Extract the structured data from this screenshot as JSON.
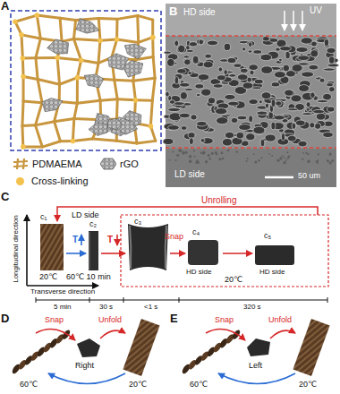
{
  "diagram": {
    "labels": [
      "A",
      "B",
      "HD side",
      "UV",
      "LD side",
      "50 um",
      "C",
      "Unrolling",
      "LD side",
      "c₁",
      "c₂",
      "c₃",
      "c₄",
      "c₅",
      "T",
      "T",
      "Snap",
      "HD side",
      "HD side",
      "Longitudinal direction",
      "Transverse direction",
      "20℃",
      "60℃ 10 min",
      "20℃",
      "5 min",
      "30 s",
      "<1 s",
      "320 s",
      "D",
      "Snap",
      "Unfold",
      "Right",
      "60℃",
      "20℃",
      "E",
      "Snap",
      "Unfold",
      "Left",
      "60℃",
      "20℃"
    ],
    "legend": [
      {
        "text": "PDMAEMA"
      },
      {
        "text": "rGO"
      },
      {
        "text": "Cross-linking",
        "color": "#f2c14e"
      }
    ]
  }
}
